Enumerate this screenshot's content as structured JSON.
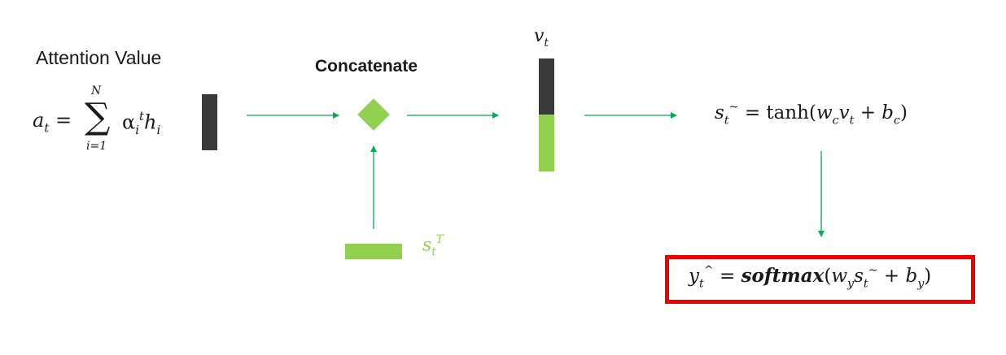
{
  "title_attention": "Attention Value",
  "title_concatenate": "Concatenate",
  "attention_eq": {
    "lhs": "a",
    "lhs_sub": "t",
    "eq": "=",
    "sum_upper": "N",
    "sum_lower": "i=1",
    "alpha": "α",
    "alpha_sub": "i",
    "alpha_sup": "t",
    "h": "h",
    "h_sub": "i"
  },
  "vt_label": {
    "v": "v",
    "sub": "t"
  },
  "st_label": {
    "s": "s",
    "sub": "t",
    "sup": "T"
  },
  "tanh_eq": {
    "s": "s",
    "sub": "t",
    "sup": "~",
    "eq": "=",
    "fn": "tanh(",
    "w": "w",
    "w_sub": "c",
    "v": "v",
    "v_sub": "t",
    "plus": "+",
    "b": "b",
    "b_sub": "c",
    "close": ")"
  },
  "output_eq": {
    "y": "y",
    "sub": "t",
    "sup": "^",
    "eq": "=",
    "fn": "softmax",
    "open": "(",
    "w": "w",
    "w_sub": "y",
    "s": "s",
    "s_sub": "t",
    "s_sup": "~",
    "plus": "+",
    "b": "b",
    "b_sub": "y",
    "close": ")"
  },
  "colors": {
    "bar_dark": "#3a3a3a",
    "bar_green": "#92d050",
    "arrow": "#00b050",
    "box_red": "#ee0000"
  }
}
